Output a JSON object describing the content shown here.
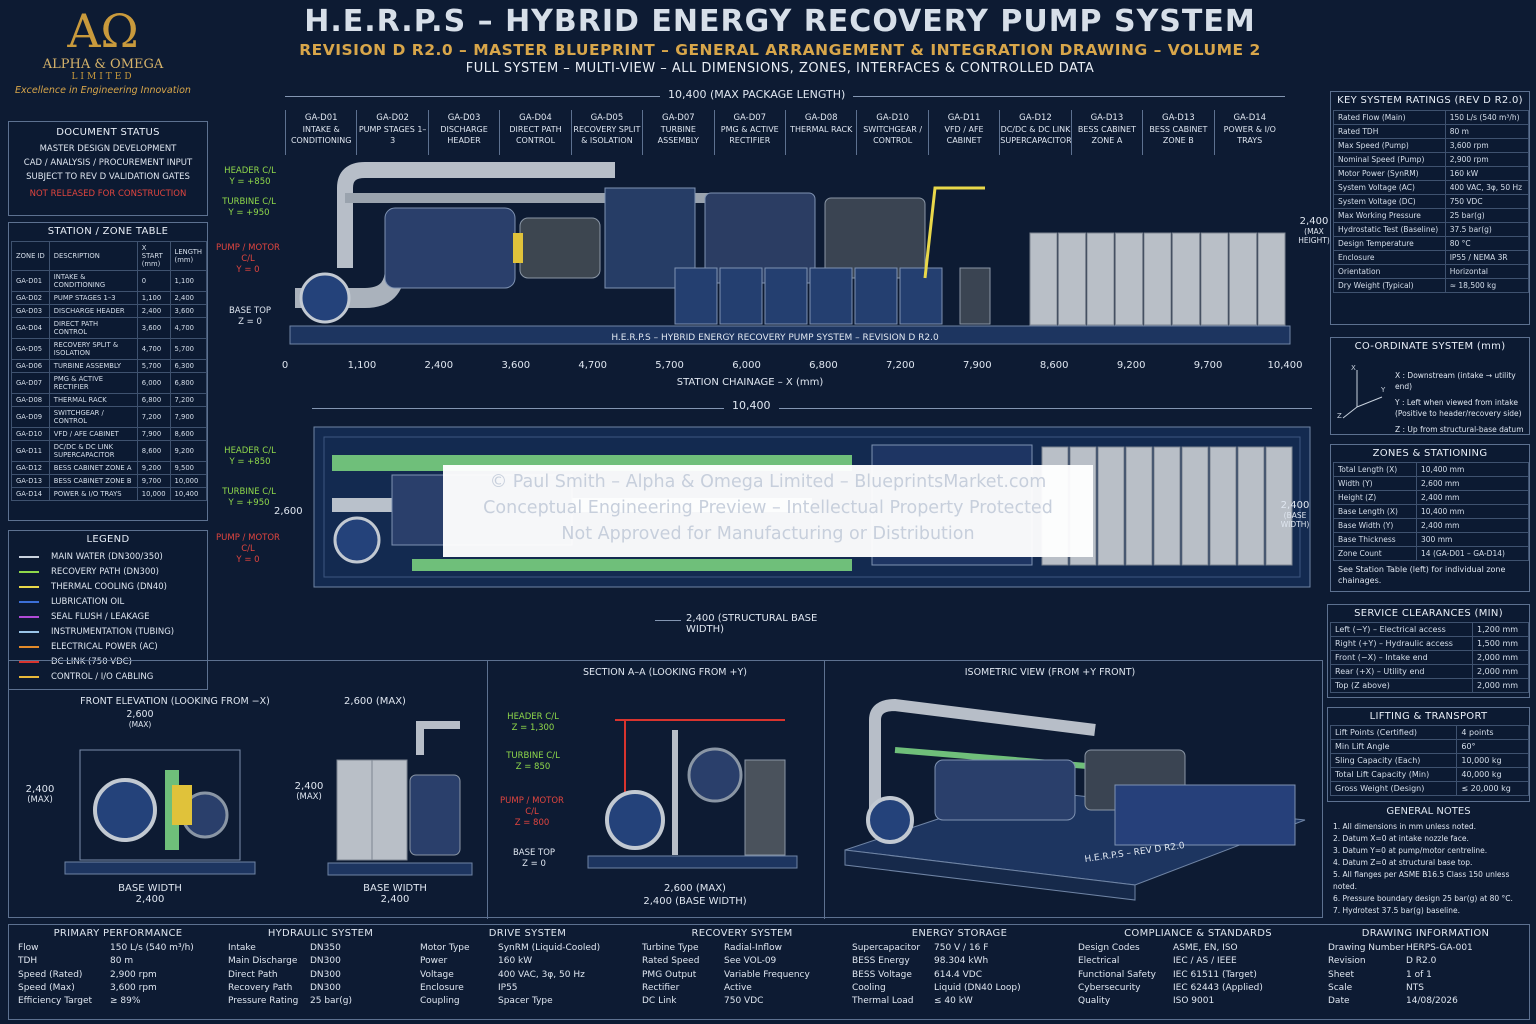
{
  "header": {
    "title": "H.E.R.P.S – HYBRID ENERGY RECOVERY PUMP SYSTEM",
    "subtitle": "REVISION D R2.0 – MASTER BLUEPRINT – GENERAL ARRANGEMENT & INTEGRATION DRAWING – VOLUME 2",
    "subtitle2": "FULL SYSTEM – MULTI-VIEW – ALL DIMENSIONS, ZONES, INTERFACES & CONTROLLED DATA"
  },
  "logo": {
    "symbol": "AΩ",
    "name": "ALPHA & OMEGA",
    "sub": "LIMITED",
    "tagline": "Excellence in Engineering Innovation"
  },
  "doc_status": {
    "title": "DOCUMENT STATUS",
    "lines": [
      "MASTER DESIGN DEVELOPMENT",
      "CAD / ANALYSIS / PROCUREMENT INPUT",
      "SUBJECT TO REV D VALIDATION GATES"
    ],
    "warning": "NOT RELEASED FOR CONSTRUCTION"
  },
  "station_table": {
    "title": "STATION / ZONE TABLE",
    "headers": [
      "ZONE ID",
      "DESCRIPTION",
      "X START (mm)",
      "LENGTH (mm)"
    ],
    "rows": [
      [
        "GA-D01",
        "INTAKE & CONDITIONING",
        "0",
        "1,100"
      ],
      [
        "GA-D02",
        "PUMP STAGES 1–3",
        "1,100",
        "2,400"
      ],
      [
        "GA-D03",
        "DISCHARGE HEADER",
        "2,400",
        "3,600"
      ],
      [
        "GA-D04",
        "DIRECT PATH CONTROL",
        "3,600",
        "4,700"
      ],
      [
        "GA-D05",
        "RECOVERY SPLIT & ISOLATION",
        "4,700",
        "5,700"
      ],
      [
        "GA-D06",
        "TURBINE ASSEMBLY",
        "5,700",
        "6,300"
      ],
      [
        "GA-D07",
        "PMG & ACTIVE RECTIFIER",
        "6,000",
        "6,800"
      ],
      [
        "GA-D08",
        "THERMAL RACK",
        "6,800",
        "7,200"
      ],
      [
        "GA-D09",
        "SWITCHGEAR / CONTROL",
        "7,200",
        "7,900"
      ],
      [
        "GA-D10",
        "VFD / AFE CABINET",
        "7,900",
        "8,600"
      ],
      [
        "GA-D11",
        "DC/DC & DC LINK SUPERCAPACITOR",
        "8,600",
        "9,200"
      ],
      [
        "GA-D12",
        "BESS CABINET ZONE A",
        "9,200",
        "9,500"
      ],
      [
        "GA-D13",
        "BESS CABINET ZONE B",
        "9,700",
        "10,000"
      ],
      [
        "GA-D14",
        "POWER & I/O TRAYS",
        "10,000",
        "10,400"
      ]
    ]
  },
  "legend": {
    "title": "LEGEND",
    "items": [
      {
        "label": "MAIN WATER (DN300/350)",
        "color": "#c9d2de"
      },
      {
        "label": "RECOVERY PATH (DN300)",
        "color": "#8fd84a"
      },
      {
        "label": "THERMAL COOLING (DN40)",
        "color": "#e9d84a"
      },
      {
        "label": "LUBRICATION OIL",
        "color": "#3c6fd6"
      },
      {
        "label": "SEAL FLUSH / LEAKAGE",
        "color": "#b04ad6"
      },
      {
        "label": "INSTRUMENTATION (TUBING)",
        "color": "#9ac4e8"
      },
      {
        "label": "ELECTRICAL POWER (AC)",
        "color": "#e38a2a"
      },
      {
        "label": "DC LINK (750 VDC)",
        "color": "#d8342e"
      },
      {
        "label": "CONTROL / I/O CABLING",
        "color": "#e8b93a"
      }
    ]
  },
  "zones": {
    "overall": "10,400 (MAX PACKAGE LENGTH)",
    "items": [
      {
        "id": "GA-D01",
        "name": "INTAKE & CONDITIONING"
      },
      {
        "id": "GA-D02",
        "name": "PUMP STAGES 1–3"
      },
      {
        "id": "GA-D03",
        "name": "DISCHARGE HEADER"
      },
      {
        "id": "GA-D04",
        "name": "DIRECT PATH CONTROL"
      },
      {
        "id": "GA-D05",
        "name": "RECOVERY SPLIT & ISOLATION"
      },
      {
        "id": "GA-D07",
        "name": "TURBINE ASSEMBLY"
      },
      {
        "id": "GA-D07",
        "name": "PMG & ACTIVE RECTIFIER"
      },
      {
        "id": "GA-D08",
        "name": "THERMAL RACK"
      },
      {
        "id": "GA-D10",
        "name": "SWITCHGEAR / CONTROL"
      },
      {
        "id": "GA-D11",
        "name": "VFD / AFE CABINET"
      },
      {
        "id": "GA-D12",
        "name": "DC/DC & DC LINK SUPERCAPACITOR"
      },
      {
        "id": "GA-D13",
        "name": "BESS CABINET ZONE A"
      },
      {
        "id": "GA-D13",
        "name": "BESS CABINET ZONE B"
      },
      {
        "id": "GA-D14",
        "name": "POWER & I/O TRAYS"
      }
    ]
  },
  "side_view": {
    "labels": {
      "header": "HEADER C/L",
      "header_y": "Y = +850",
      "turbine": "TURBINE C/L",
      "turbine_y": "Y = +950",
      "pump": "PUMP / MOTOR C/L",
      "pump_y": "Y = 0",
      "base": "BASE TOP",
      "base_z": "Z = 0"
    },
    "height": "2,400",
    "height_note": "(MAX HEIGHT)",
    "plate": "H.E.R.P.S – HYBRID ENERGY RECOVERY PUMP SYSTEM – REVISION D R2.0",
    "chainage": [
      "0",
      "1,100",
      "2,400",
      "3,600",
      "4,700",
      "5,700",
      "6,000",
      "6,800",
      "7,200",
      "7,900",
      "8,600",
      "9,200",
      "9,700",
      "10,400"
    ],
    "chainage_label": "STATION CHAINAGE – X (mm)"
  },
  "plan_view": {
    "length": "10,400",
    "labels": {
      "header": "HEADER C/L",
      "header_y": "Y = +850",
      "turbine": "TURBINE C/L",
      "turbine_y": "Y = +950",
      "pump": "PUMP / MOTOR C/L",
      "pump_y": "Y = 0"
    },
    "width_left": "2,600",
    "width_right": "2,400",
    "width_right_note": "(BASE WIDTH)",
    "base_width": "2,400 (STRUCTURAL BASE WIDTH)"
  },
  "watermark": [
    "© Paul Smith – Alpha & Omega Limited – BlueprintsMarket.com",
    "Conceptual Engineering Preview – Intellectual Property Protected",
    "Not Approved for Manufacturing or Distribution"
  ],
  "key_ratings": {
    "title": "KEY SYSTEM RATINGS (REV D R2.0)",
    "rows": [
      [
        "Rated Flow (Main)",
        "150 L/s (540 m³/h)"
      ],
      [
        "Rated TDH",
        "80 m"
      ],
      [
        "Max Speed (Pump)",
        "3,600 rpm"
      ],
      [
        "Nominal Speed (Pump)",
        "2,900 rpm"
      ],
      [
        "Motor Power (SynRM)",
        "160 kW"
      ],
      [
        "System Voltage (AC)",
        "400 VAC, 3φ, 50 Hz"
      ],
      [
        "System Voltage (DC)",
        "750 VDC"
      ],
      [
        "Max Working Pressure",
        "25 bar(g)"
      ],
      [
        "Hydrostatic Test (Baseline)",
        "37.5 bar(g)"
      ],
      [
        "Design Temperature",
        "80 °C"
      ],
      [
        "Enclosure",
        "IP55 / NEMA 3R"
      ],
      [
        "Orientation",
        "Horizontal"
      ],
      [
        "Dry Weight (Typical)",
        "≈ 18,500 kg"
      ]
    ]
  },
  "coord_system": {
    "title": "CO-ORDINATE SYSTEM (mm)",
    "x": "X : Downstream (intake → utility end)",
    "y": "Y : Left when viewed from intake",
    "y2": "(Positive to header/recovery side)",
    "z": "Z : Up from structural-base datum"
  },
  "zones_stationing": {
    "title": "ZONES & STATIONING",
    "rows": [
      [
        "Total Length (X)",
        "10,400 mm"
      ],
      [
        "Width (Y)",
        "2,600 mm"
      ],
      [
        "Height (Z)",
        "2,400 mm"
      ],
      [
        "Base Length (X)",
        "10,400 mm"
      ],
      [
        "Base Width (Y)",
        "2,400 mm"
      ],
      [
        "Base Thickness",
        "300 mm"
      ],
      [
        "Zone Count",
        "14 (GA-D01 – GA-D14)"
      ]
    ],
    "note": "See Station Table (left) for individual zone chainages."
  },
  "clearances": {
    "title": "SERVICE CLEARANCES (MIN)",
    "rows": [
      [
        "Left (−Y) – Electrical access",
        "1,200 mm"
      ],
      [
        "Right (+Y) – Hydraulic access",
        "1,500 mm"
      ],
      [
        "Front (−X) – Intake end",
        "2,000 mm"
      ],
      [
        "Rear (+X) – Utility end",
        "2,000 mm"
      ],
      [
        "Top (Z above)",
        "2,000 mm"
      ]
    ]
  },
  "lifting": {
    "title": "LIFTING & TRANSPORT",
    "rows": [
      [
        "Lift Points (Certified)",
        "4 points"
      ],
      [
        "Min Lift Angle",
        "60°"
      ],
      [
        "Sling Capacity (Each)",
        "10,000 kg"
      ],
      [
        "Total Lift Capacity (Min)",
        "40,000 kg"
      ],
      [
        "Gross Weight (Design)",
        "≤ 20,000 kg"
      ]
    ]
  },
  "general_notes": {
    "title": "GENERAL NOTES",
    "items": [
      "1.  All dimensions in mm unless noted.",
      "2.  Datum X=0 at intake nozzle face.",
      "3.  Datum Y=0 at pump/motor centreline.",
      "4.  Datum Z=0 at structural base top.",
      "5.  All flanges per ASME B16.5 Class 150 unless noted.",
      "6.  Pressure boundary design 25 bar(g) at 80 °C.",
      "7.  Hydrotest 37.5 bar(g) baseline."
    ]
  },
  "front_elev": {
    "title": "FRONT ELEVATION (LOOKING FROM −X)",
    "w1": "2,600",
    "w1_note": "(MAX)",
    "h1": "2,400",
    "h1_note": "(MAX)",
    "base1": "BASE WIDTH",
    "base1_val": "2,400",
    "w2": "2,600 (MAX)",
    "h2": "2,400",
    "h2_note": "(MAX)",
    "base2": "BASE WIDTH",
    "base2_val": "2,400"
  },
  "section": {
    "title": "SECTION A–A (LOOKING FROM +Y)",
    "header": "HEADER C/L",
    "header_z": "Z = 1,300",
    "turbine": "TURBINE C/L",
    "turbine_z": "Z = 850",
    "pump": "PUMP / MOTOR C/L",
    "pump_z": "Z = 800",
    "base": "BASE TOP",
    "base_z": "Z = 0",
    "w_max": "2,600 (MAX)",
    "w_base": "2,400 (BASE WIDTH)"
  },
  "iso": {
    "title": "ISOMETRIC VIEW (FROM +Y FRONT)",
    "plate": "H.E.R.P.S – REV D R2.0"
  },
  "bottom": [
    {
      "title": "PRIMARY PERFORMANCE",
      "rows": [
        [
          "Flow",
          "150 L/s (540 m³/h)"
        ],
        [
          "TDH",
          "80 m"
        ],
        [
          "Speed (Rated)",
          "2,900 rpm"
        ],
        [
          "Speed (Max)",
          "3,600 rpm"
        ],
        [
          "Efficiency Target",
          "≥ 89%"
        ]
      ]
    },
    {
      "title": "HYDRAULIC SYSTEM",
      "rows": [
        [
          "Intake",
          "DN350"
        ],
        [
          "Main Discharge",
          "DN300"
        ],
        [
          "Direct Path",
          "DN300"
        ],
        [
          "Recovery Path",
          "DN300"
        ],
        [
          "Pressure Rating",
          "25 bar(g)"
        ]
      ]
    },
    {
      "title": "DRIVE SYSTEM",
      "rows": [
        [
          "Motor Type",
          "SynRM (Liquid-Cooled)"
        ],
        [
          "Power",
          "160 kW"
        ],
        [
          "Voltage",
          "400 VAC, 3φ, 50 Hz"
        ],
        [
          "Enclosure",
          "IP55"
        ],
        [
          "Coupling",
          "Spacer Type"
        ]
      ]
    },
    {
      "title": "RECOVERY SYSTEM",
      "rows": [
        [
          "Turbine Type",
          "Radial-Inflow"
        ],
        [
          "Rated Speed",
          "See VOL-09"
        ],
        [
          "PMG Output",
          "Variable Frequency"
        ],
        [
          "Rectifier",
          "Active"
        ],
        [
          "DC Link",
          "750 VDC"
        ]
      ]
    },
    {
      "title": "ENERGY STORAGE",
      "rows": [
        [
          "Supercapacitor",
          "750 V / 16 F"
        ],
        [
          "BESS Energy",
          "98.304 kWh"
        ],
        [
          "BESS Voltage",
          "614.4 VDC"
        ],
        [
          "Cooling",
          "Liquid (DN40 Loop)"
        ],
        [
          "Thermal Load",
          "≤ 40 kW"
        ]
      ]
    },
    {
      "title": "COMPLIANCE & STANDARDS",
      "rows": [
        [
          "Design Codes",
          "ASME, EN, ISO"
        ],
        [
          "Electrical",
          "IEC / AS / IEEE"
        ],
        [
          "Functional Safety",
          "IEC 61511 (Target)"
        ],
        [
          "Cybersecurity",
          "IEC 62443 (Applied)"
        ],
        [
          "Quality",
          "ISO 9001"
        ]
      ]
    },
    {
      "title": "DRAWING INFORMATION",
      "rows": [
        [
          "Drawing Number",
          "HERPS-GA-001"
        ],
        [
          "Revision",
          "D R2.0"
        ],
        [
          "Sheet",
          "1 of 1"
        ],
        [
          "Scale",
          "NTS"
        ],
        [
          "Date",
          "14/08/2026"
        ]
      ]
    }
  ],
  "colors": {
    "background": "#0d1b33",
    "title": "#d7dfe9",
    "subtitle": "#d8a64a",
    "gold": "#c99a3c",
    "green_label": "#8fd84a",
    "red_label": "#e0453f",
    "cabinet": "#b9bfc7"
  }
}
